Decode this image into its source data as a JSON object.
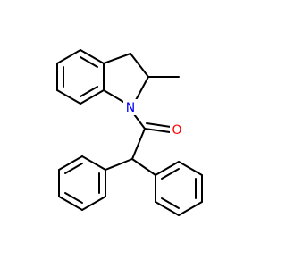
{
  "molecule": {
    "atoms": [
      {
        "id": "N1",
        "symbol": "N",
        "color": "#0000ff"
      },
      {
        "id": "O1",
        "symbol": "O",
        "color": "#ff0000"
      }
    ]
  },
  "colors": {
    "bond": "#000000",
    "background": "#ffffff"
  }
}
